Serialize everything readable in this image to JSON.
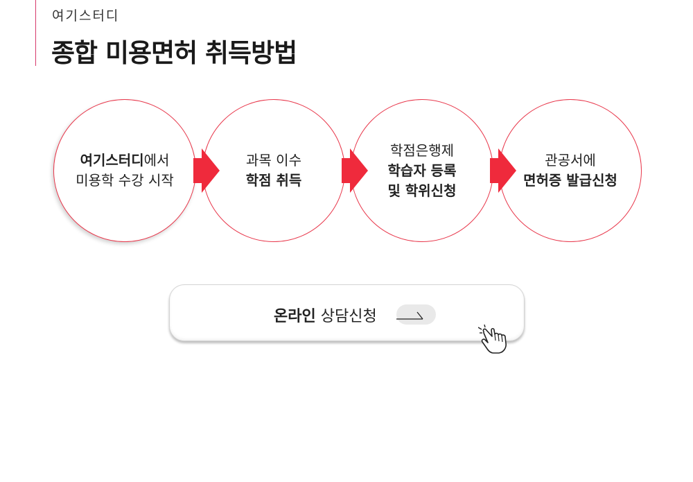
{
  "header": {
    "brand": "여기스터디",
    "title": "종합 미용면허 취득방법"
  },
  "steps": [
    {
      "line1": "여기스터디",
      "line1_suffix": "에서",
      "line2": "미용학 수강 시작"
    },
    {
      "line1": "과목 이수",
      "line2": "학점 취득"
    },
    {
      "line1": "학점은행제",
      "line2": "학습자 등록",
      "line3": "및 학위신청"
    },
    {
      "line1": "관공서에",
      "line2": "면허증 발급신청"
    }
  ],
  "cta": {
    "bold_label": "온라인",
    "label": "상담신청",
    "arrow_icon": "long-arrow-right-icon",
    "cursor_icon": "hand-pointer-icon"
  },
  "colors": {
    "accent": "#ef2a3c",
    "circle_border": "#e8364a",
    "divider": "#d7386b"
  }
}
